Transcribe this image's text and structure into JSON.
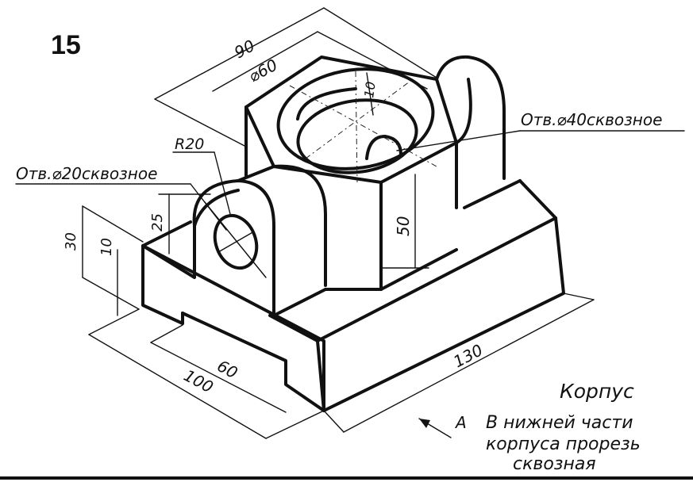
{
  "exercise_number": "15",
  "part_title": "Корпус",
  "note_marker": "A",
  "note_lines": [
    "В нижней части",
    "корпуса прорезь",
    "сквозная"
  ],
  "callouts": {
    "hole_40": "Отв.⌀40сквозное",
    "hole_20": "Отв.⌀20сквозное",
    "radius": "R20"
  },
  "dimensions": {
    "d90": "90",
    "d60_dia": "⌀60",
    "d10_top": "10",
    "d50": "50",
    "d25": "25",
    "d30": "30",
    "d10_left": "10",
    "d60_bottom": "60",
    "d100": "100",
    "d130": "130"
  }
}
